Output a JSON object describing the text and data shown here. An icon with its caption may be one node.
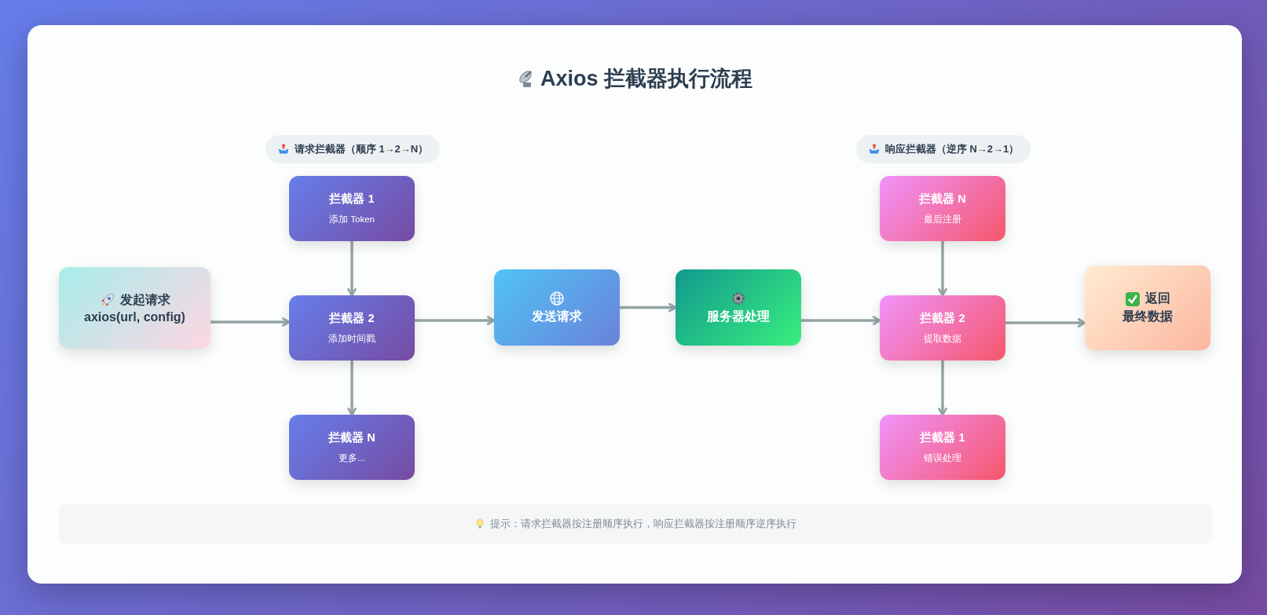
{
  "diagram": {
    "title": "Axios 拦截器执行流程",
    "nodes": [
      {
        "text": [
          "发起请求",
          "axios(url, config)"
        ]
      },
      {
        "text": [
          "请求拦截器（顺序 1→2→N）"
        ]
      },
      {
        "text": [
          "拦截器 1",
          "添加 Token"
        ]
      },
      {
        "text": [
          "拦截器 2",
          "添加时间戳"
        ]
      },
      {
        "text": [
          "拦截器 N",
          "更多..."
        ]
      },
      {
        "text": [
          "发送请求"
        ]
      },
      {
        "text": [
          "服务器处理"
        ]
      },
      {
        "text": [
          "响应拦截器（逆序 N→2→1）"
        ]
      },
      {
        "text": [
          "拦截器 N",
          "最后注册"
        ]
      },
      {
        "text": [
          "拦截器 2",
          "提取数据"
        ]
      },
      {
        "text": [
          "拦截器 1",
          "错误处理"
        ]
      },
      {
        "text": [
          "返回",
          "最终数据"
        ]
      },
      {
        "text": [
          "提示：请求拦截器按注册顺序执行，响应拦截器按注册顺序逆序执行"
        ]
      }
    ],
    "edges": [
      {
        "from": 0,
        "to": 3,
        "arrow": "to"
      },
      {
        "from": 2,
        "to": 3,
        "arrow": "to"
      },
      {
        "from": 3,
        "to": 4,
        "arrow": "to"
      },
      {
        "from": 3,
        "to": 5,
        "arrow": "to"
      },
      {
        "from": 5,
        "to": 6,
        "arrow": "to"
      },
      {
        "from": 6,
        "to": 9,
        "arrow": "to"
      },
      {
        "from": 8,
        "to": 9,
        "arrow": "to"
      },
      {
        "from": 9,
        "to": 10,
        "arrow": "to"
      },
      {
        "from": 9,
        "to": 11,
        "arrow": "to"
      }
    ]
  }
}
